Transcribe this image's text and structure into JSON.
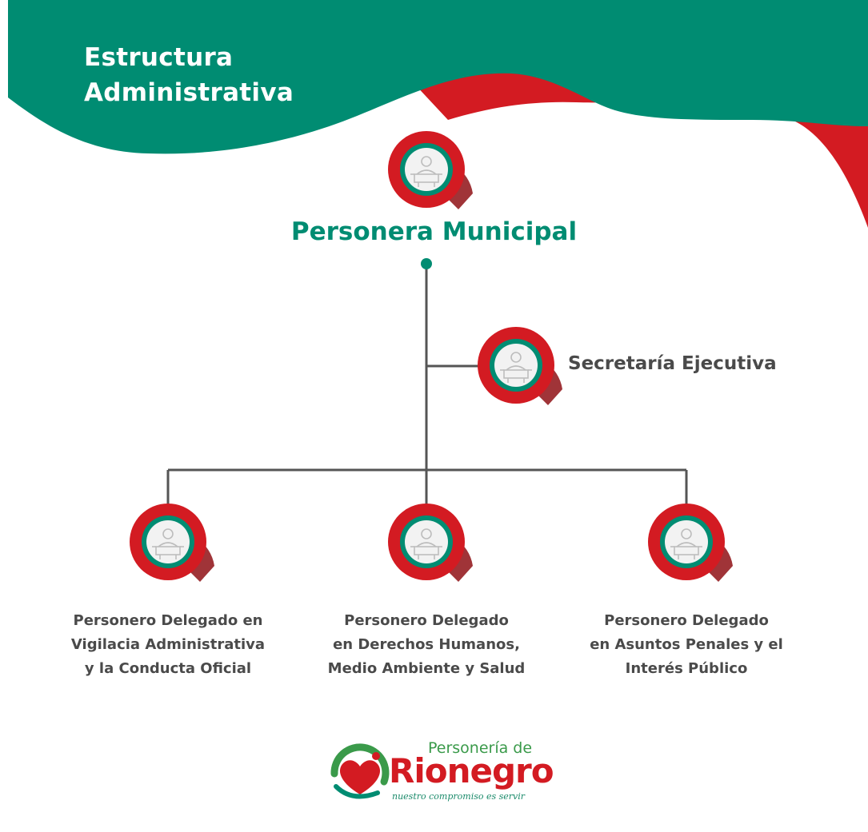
{
  "header": {
    "title_line1": "Estructura",
    "title_line2": "Administrativa"
  },
  "chart": {
    "head": {
      "label": "Personera Municipal",
      "icon": "person-at-desk-icon"
    },
    "assistant": {
      "label": "Secretaría Ejecutiva",
      "icon": "person-at-desk-icon"
    },
    "delegates": [
      {
        "lines": [
          "Personero Delegado en",
          "Vigilacia Administrativa",
          "y la Conducta Oficial"
        ],
        "icon": "person-at-desk-icon"
      },
      {
        "lines": [
          "Personero Delegado",
          "en  Derechos Humanos,",
          "Medio Ambiente y Salud"
        ],
        "icon": "person-at-desk-icon"
      },
      {
        "lines": [
          "Personero Delegado",
          "en  Asuntos Penales y el",
          "Interés Público"
        ],
        "icon": "person-at-desk-icon"
      }
    ]
  },
  "logo": {
    "top_text": "Personería de",
    "main_text": "Rionegro",
    "tagline": "nuestro compromiso es servir",
    "icon": "heart-hands-icon"
  },
  "colors": {
    "teal": "#008c72",
    "red": "#d31b22",
    "dark_red": "#8f1015",
    "text_gray": "#4a4a4a",
    "line_gray": "#555555"
  }
}
